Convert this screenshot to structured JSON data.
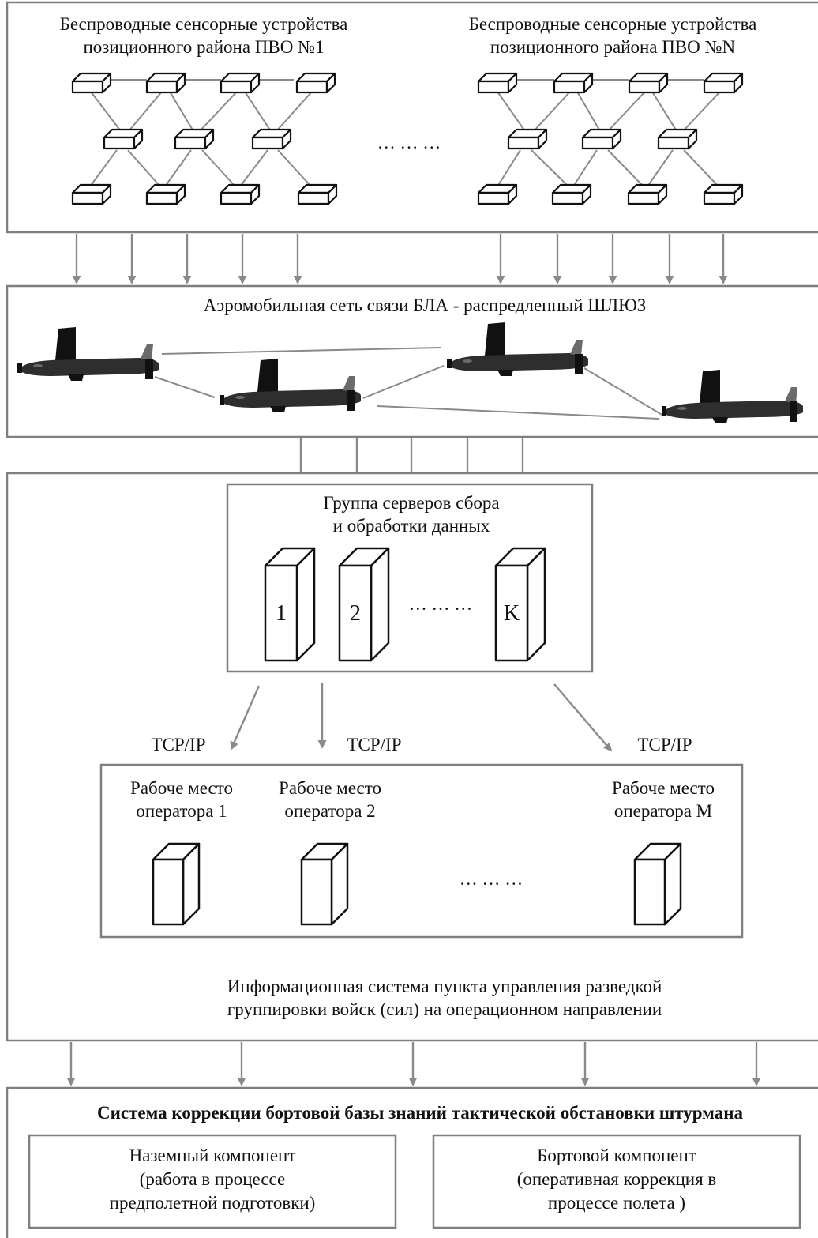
{
  "sensor_panel": {
    "group1_line1": "Беспроводные сенсорные устройства",
    "group1_line2": "позиционного района ПВО №1",
    "groupN_line1": "Беспроводные сенсорные устройства",
    "groupN_line2": "позиционного района ПВО №N",
    "ellipsis": "… … …"
  },
  "uav_panel": {
    "title": "Аэромобильная сеть связи БЛА - распредленный ШЛЮЗ"
  },
  "info_panel": {
    "server_group_line1": "Группа серверов сбора",
    "server_group_line2": "и обработки данных",
    "servers": [
      "1",
      "2",
      "K"
    ],
    "server_ellipsis": "… … …",
    "protocol_labels": [
      "TCP/IP",
      "TCP/IP",
      "TCP/IP"
    ],
    "workstations": [
      {
        "line1": "Рабоче место",
        "line2": "оператора 1"
      },
      {
        "line1": "Рабоче место",
        "line2": "оператора 2"
      },
      {
        "line1": "Рабоче место",
        "line2": "оператора M"
      }
    ],
    "workstation_ellipsis": "… … …",
    "caption_line1": "Информационная система пункта управления разведкой",
    "caption_line2": "группировки войск (сил) на операционном направлении"
  },
  "correction_panel": {
    "title": "Система коррекции бортовой базы знаний тактической обстановки штурмана",
    "ground": {
      "line1": "Наземный компонент",
      "line2": "(работа в процессе",
      "line3": "предполетной подготовки)"
    },
    "onboard": {
      "line1": "Бортовой компонент",
      "line2": "(оперативная коррекция в",
      "line3": "процессе полета )"
    }
  },
  "colors": {
    "border": "#7f7f7f",
    "arrow": "#8a8a8a",
    "icon_stroke": "#111111",
    "uav": "#2e2e2e"
  }
}
